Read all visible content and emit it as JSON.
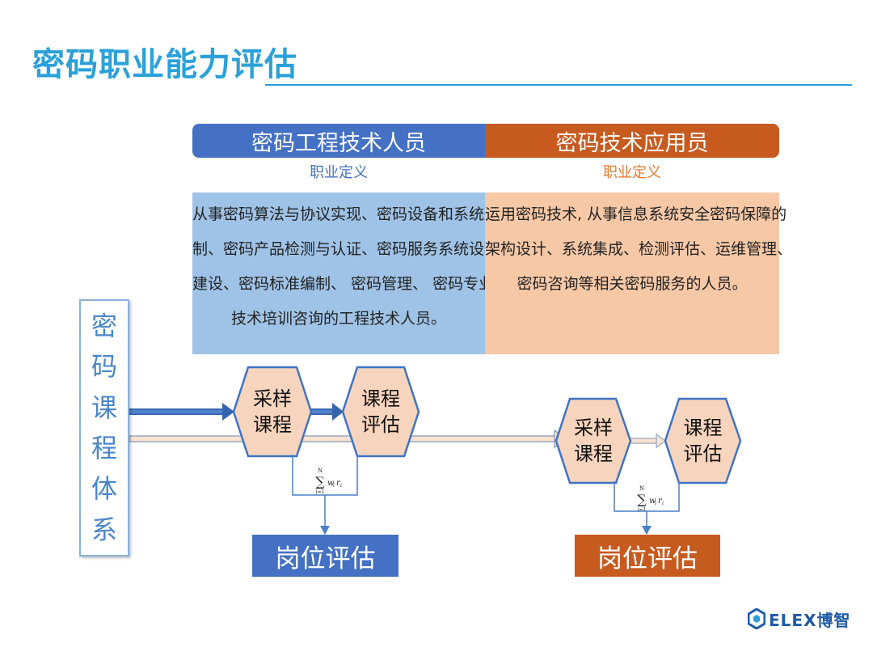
{
  "title": "密码职业能力评估",
  "left_role": {
    "header": "密码工程技术人员",
    "subtitle": "职业定义",
    "definition_lines": [
      "从事密码算法与协议实现、密码设备和系统研",
      "制、密码产品检测与认证、密码服务系统设计",
      "建设、密码标准编制、 密码管理、 密码专业",
      "技术培训咨询的工程技术人员。"
    ]
  },
  "right_role": {
    "header": "密码技术应用员",
    "subtitle": "职业定义",
    "definition_lines": [
      "运用密码技术, 从事信息系统安全密码保障的",
      "架构设计、系统集成、检测评估、运维管理、",
      "密码咨询等相关密码服务的人员。"
    ]
  },
  "curriculum_label_chars": [
    "密",
    "码",
    "课",
    "程",
    "体",
    "系"
  ],
  "flow_left": {
    "sample_course": [
      "采样",
      "课程"
    ],
    "course_eval": [
      "课程",
      "评估"
    ],
    "job_eval": "岗位评估"
  },
  "flow_right": {
    "sample_course": [
      "采样",
      "课程"
    ],
    "course_eval": [
      "课程",
      "评估"
    ],
    "job_eval": "岗位评估"
  },
  "formula": {
    "upper": "N",
    "lower": "i=1",
    "term_w": "w",
    "term_r": "r",
    "sub": "i"
  },
  "colors": {
    "title": "#2aa1d8",
    "blue": "#4471c4",
    "orange": "#c65a1f",
    "light_blue": "#9fc3e7",
    "light_orange": "#f7c8a6",
    "hex_fill": "#f7d4bd",
    "hex_stroke": "#3f73c4"
  },
  "logo": {
    "text": "ELEX博智",
    "icon": "elex-logo-icon"
  }
}
